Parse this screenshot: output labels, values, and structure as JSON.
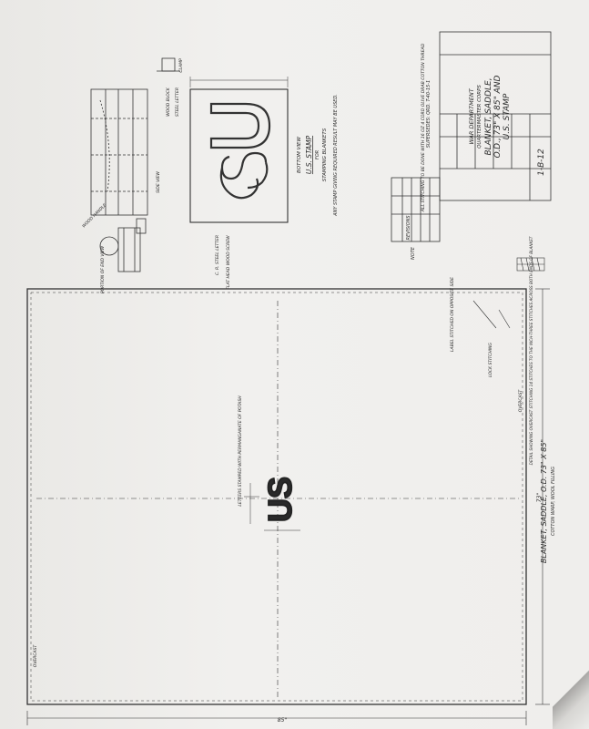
{
  "title_block": {
    "department": "WAR DEPARTMENT",
    "office": "QUARTERMASTER CORPS",
    "title_line1": "BLANKET, SADDLE,",
    "title_line2": "O.D., 73\" X 85\" AND",
    "title_line3": "U.S. STAMP",
    "drawing_number": "1-B-12",
    "revisions_label": "REVISIONS",
    "supersedes": "SUPERSEDES: QRD. T-40-15-1"
  },
  "notes": {
    "stitching_note": "ALL STITCHING TO BE DONE WITH 16 OZ 4 CORD OLIVE DRAB COTTON THREAD",
    "note_label": "NOTE",
    "stamp_note": "ANY STAMP GIVING REQUIRED RESULT MAY BE USED.",
    "lettering_note": "LETTERS STAMPED WITH PERMANGANATE OF POTASH",
    "label_note": "LABEL STITCHED ON OPPOSITE SIDE",
    "lock_stitching": "LOCK STITCHING",
    "overcast": "OVERCAST",
    "overcast_detail": "DETAIL SHOWING OVERCAST STITCHING 14 STITCHES TO THE INCH-THREE STITCHES ACROSS BOTH ENDS OF BLANKET"
  },
  "stamp_detail": {
    "bottom_view": "BOTTOM VIEW",
    "name": "U.S. STAMP",
    "for": "FOR",
    "purpose": "STAMPING BLANKETS",
    "side_view": "SIDE VIEW",
    "wood_block": "WOOD BLOCK",
    "steel_letter": "STEEL LETTER",
    "clamp": "CLAMP",
    "wood_handle": "WOOD HANDLE",
    "end_view": "PORTION OF END VIEW",
    "steel_letters": "C. R. STEEL LETTER",
    "flat_head_screws": "FLAT HEAD WOOD SCREW"
  },
  "blanket": {
    "caption": "BLANKET, SADDLE, O.D. 73\" X 85\"",
    "material": "COTTON WARP, WOOL FILLING",
    "width_dim": "73\"",
    "length_dim": "85\"",
    "stamp_letters": "US"
  }
}
